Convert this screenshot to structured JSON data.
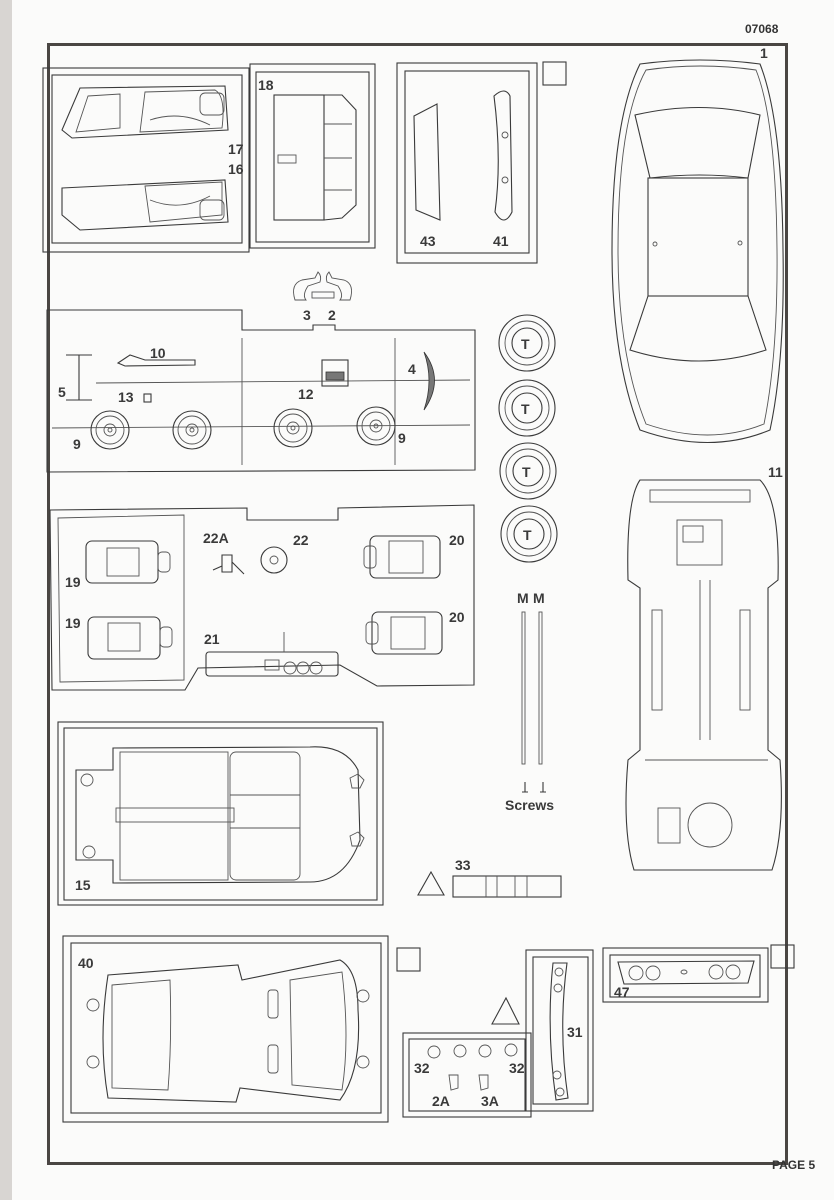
{
  "document": {
    "kit_number": "07068",
    "page_label": "PAGE 5",
    "type": "Model kit parts layout sheet"
  },
  "sprues": [
    {
      "id": "door-panels",
      "parts": [
        "17",
        "16"
      ]
    },
    {
      "id": "rear-shelf",
      "parts": [
        "18"
      ]
    },
    {
      "id": "clear-parts",
      "parts": [
        "43",
        "41"
      ]
    },
    {
      "id": "wheels-sprue",
      "parts": [
        "3",
        "2",
        "10",
        "5",
        "13",
        "12",
        "4",
        "9",
        "9"
      ]
    },
    {
      "id": "seats-sprue",
      "parts": [
        "19",
        "19",
        "22A",
        "22",
        "20",
        "20",
        "21"
      ]
    },
    {
      "id": "interior-tub",
      "parts": [
        "15"
      ]
    },
    {
      "id": "floor-pan",
      "parts": [
        "40"
      ]
    },
    {
      "id": "small-parts",
      "parts": [
        "32",
        "32",
        "2A",
        "3A"
      ]
    },
    {
      "id": "light-bar",
      "parts": [
        "31"
      ]
    },
    {
      "id": "rear-lights",
      "parts": [
        "47"
      ]
    },
    {
      "id": "body",
      "parts": [
        "1"
      ]
    },
    {
      "id": "chassis",
      "parts": [
        "11"
      ]
    }
  ],
  "labels": {
    "p17": "17",
    "p16": "16",
    "p18": "18",
    "p43": "43",
    "p41": "41",
    "p3": "3",
    "p2": "2",
    "p10": "10",
    "p5": "5",
    "p13": "13",
    "p12": "12",
    "p4": "4",
    "p9a": "9",
    "p9b": "9",
    "p22A": "22A",
    "p22": "22",
    "p20a": "20",
    "p20b": "20",
    "p19a": "19",
    "p19b": "19",
    "p21": "21",
    "p15": "15",
    "p33": "33",
    "p40": "40",
    "p31": "31",
    "p32a": "32",
    "p32b": "32",
    "p2A": "2A",
    "p3A": "3A",
    "p47": "47",
    "p1": "1",
    "p11": "11"
  },
  "tires": {
    "label": "T",
    "count": 4
  },
  "axles": {
    "label_left": "M",
    "label_right": "M",
    "screws_label": "Screws"
  },
  "icons": {
    "color_box": "empty-square-icon",
    "chrome_marker": "triangle-icon"
  },
  "colors": {
    "frame": "#4a4643",
    "line": "#3a3a3a",
    "paper": "#fbfbfa"
  }
}
